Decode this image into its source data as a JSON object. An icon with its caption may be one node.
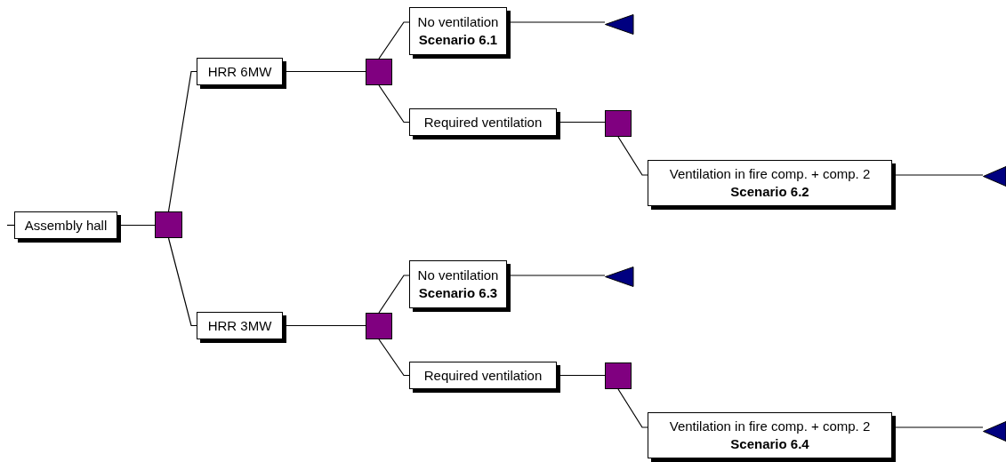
{
  "diagram": {
    "nodes": [
      {
        "text": [
          "Assembly hall"
        ]
      },
      {
        "text": [],
        "shape": "box"
      },
      {
        "text": [
          "HRR 6MW"
        ]
      },
      {
        "text": [
          "HRR 3MW"
        ]
      },
      {
        "text": [],
        "shape": "box"
      },
      {
        "text": [
          "No ventilation",
          "Scenario 6.1"
        ]
      },
      {
        "text": [
          "Required ventilation"
        ]
      },
      {
        "text": [],
        "shape": "triangle"
      },
      {
        "text": [],
        "shape": "box"
      },
      {
        "text": [
          "Ventilation in fire comp. + comp. 2",
          "Scenario 6.2"
        ]
      },
      {
        "text": [],
        "shape": "triangle"
      },
      {
        "text": [],
        "shape": "box"
      },
      {
        "text": [
          "No ventilation",
          "Scenario 6.3"
        ]
      },
      {
        "text": [
          "Required ventilation"
        ]
      },
      {
        "text": [],
        "shape": "triangle"
      },
      {
        "text": [],
        "shape": "box"
      },
      {
        "text": [
          "Ventilation in fire comp. + comp. 2",
          "Scenario 6.4"
        ]
      },
      {
        "text": [],
        "shape": "triangle"
      }
    ],
    "edges": [
      {
        "from": null,
        "to": 0,
        "arrow": "none"
      },
      {
        "from": 0,
        "to": 1,
        "arrow": "none"
      },
      {
        "from": 1,
        "to": 2,
        "arrow": "none"
      },
      {
        "from": 1,
        "to": 3,
        "arrow": "none"
      },
      {
        "from": 2,
        "to": 4,
        "arrow": "none"
      },
      {
        "from": 4,
        "to": 5,
        "arrow": "none"
      },
      {
        "from": 4,
        "to": 6,
        "arrow": "none"
      },
      {
        "from": 5,
        "to": 7,
        "arrow": "none"
      },
      {
        "from": 6,
        "to": 8,
        "arrow": "none"
      },
      {
        "from": 8,
        "to": 9,
        "arrow": "none"
      },
      {
        "from": 9,
        "to": 10,
        "arrow": "none"
      },
      {
        "from": 3,
        "to": 11,
        "arrow": "none"
      },
      {
        "from": 11,
        "to": 12,
        "arrow": "none"
      },
      {
        "from": 11,
        "to": 13,
        "arrow": "none"
      },
      {
        "from": 12,
        "to": 14,
        "arrow": "none"
      },
      {
        "from": 13,
        "to": 15,
        "arrow": "none"
      },
      {
        "from": 15,
        "to": 16,
        "arrow": "none"
      },
      {
        "from": 16,
        "to": 17,
        "arrow": "none"
      }
    ]
  }
}
